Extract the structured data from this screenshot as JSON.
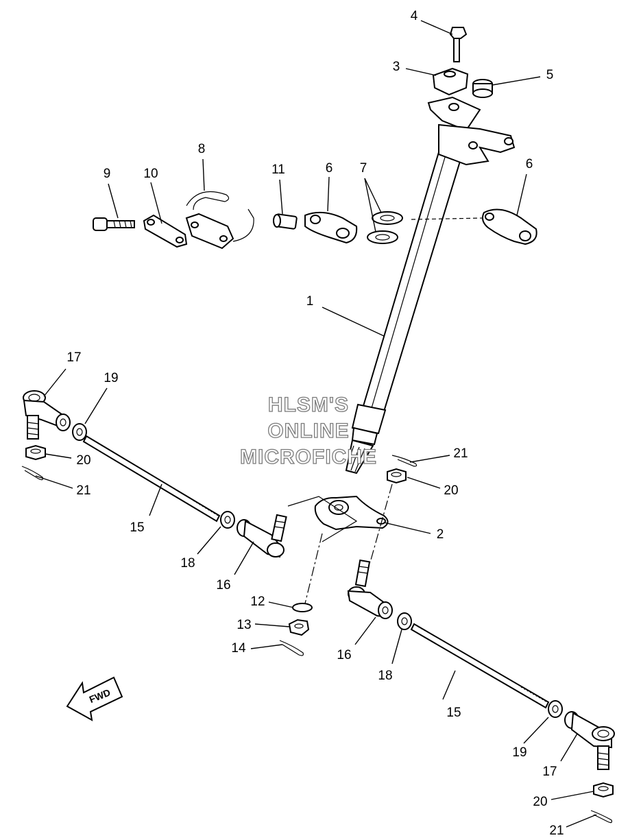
{
  "watermark": {
    "line1": "HLSM'S",
    "line2": "ONLINE",
    "line3": "MICROFICHE"
  },
  "fwd_arrow": {
    "label": "FWD"
  },
  "callouts": [
    {
      "label": "1"
    },
    {
      "label": "2"
    },
    {
      "label": "3"
    },
    {
      "label": "4"
    },
    {
      "label": "5"
    },
    {
      "label": "6"
    },
    {
      "label": "6"
    },
    {
      "label": "7"
    },
    {
      "label": "8"
    },
    {
      "label": "9"
    },
    {
      "label": "10"
    },
    {
      "label": "11"
    },
    {
      "label": "12"
    },
    {
      "label": "13"
    },
    {
      "label": "14"
    },
    {
      "label": "15"
    },
    {
      "label": "15"
    },
    {
      "label": "16"
    },
    {
      "label": "16"
    },
    {
      "label": "17"
    },
    {
      "label": "17"
    },
    {
      "label": "18"
    },
    {
      "label": "18"
    },
    {
      "label": "19"
    },
    {
      "label": "19"
    },
    {
      "label": "20"
    },
    {
      "label": "20"
    },
    {
      "label": "20"
    },
    {
      "label": "21"
    },
    {
      "label": "21"
    },
    {
      "label": "21"
    }
  ]
}
